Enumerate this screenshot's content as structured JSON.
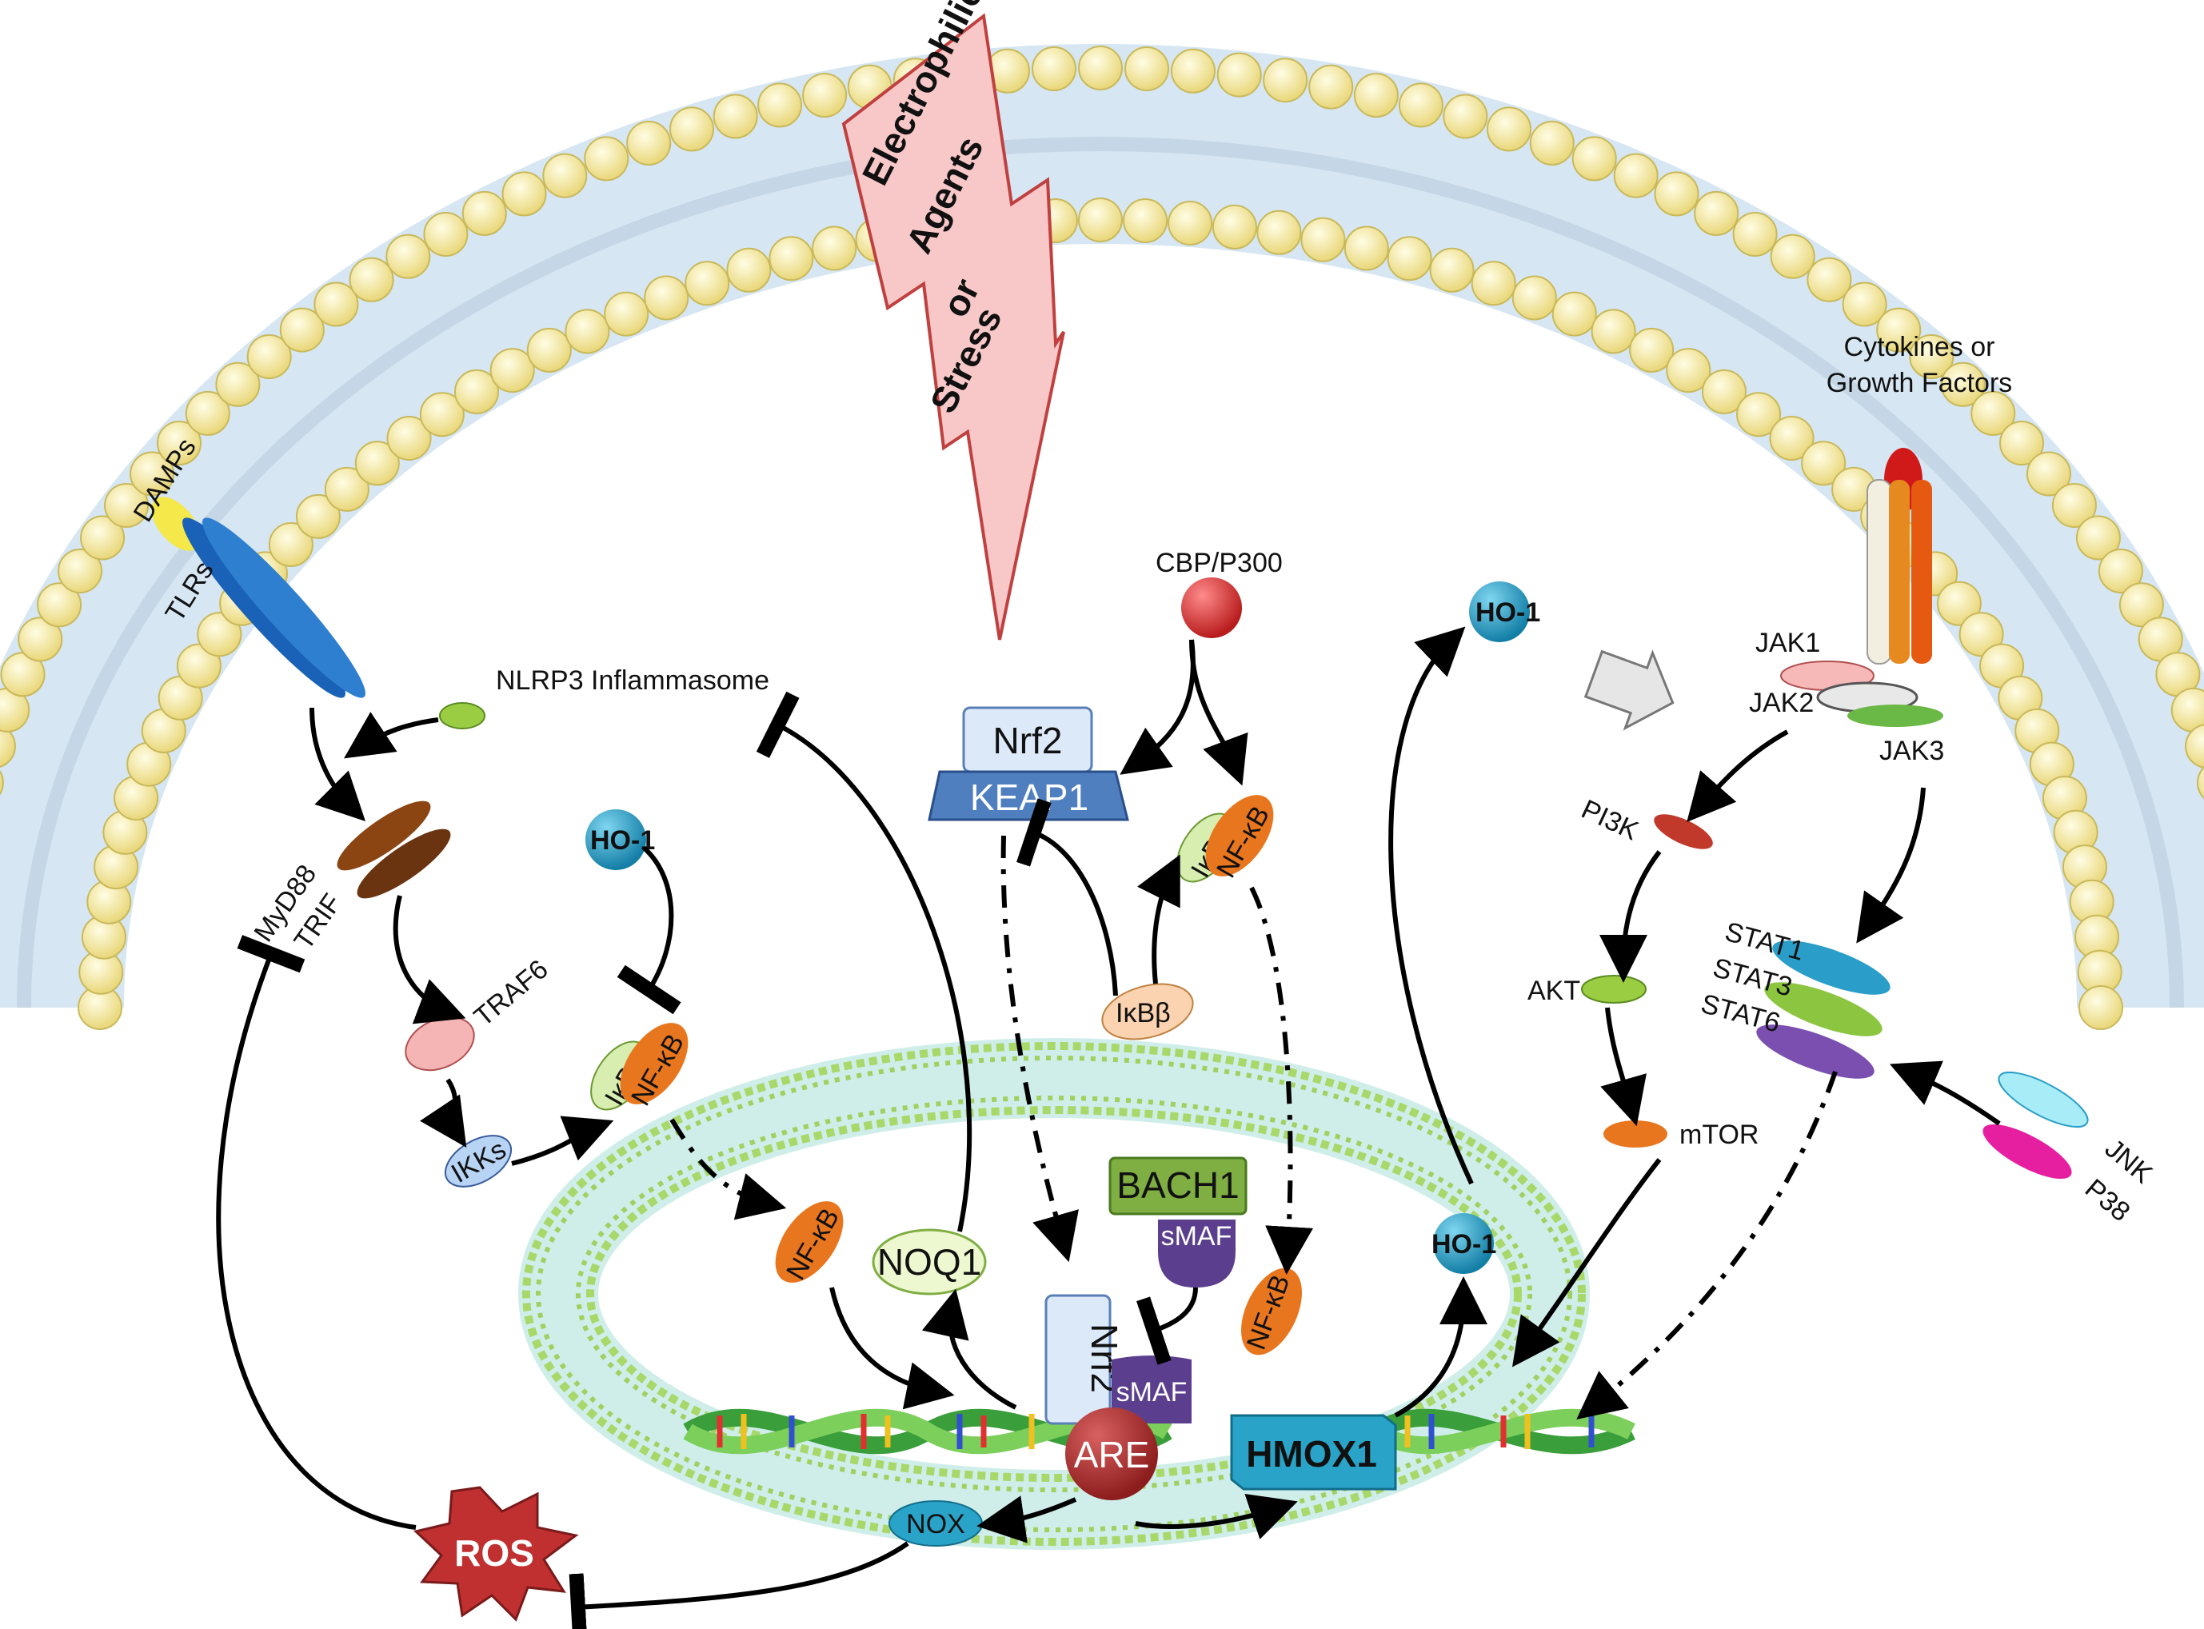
{
  "stimulus": {
    "lines": [
      "Electrophilic",
      "Agents",
      "or",
      "Stress"
    ]
  },
  "receptors": {
    "damps": "DAMPs",
    "tlrs": "TLRs",
    "myd88": "MyD88",
    "trif": "TRIF",
    "traf6": "TRAF6",
    "ikks": "IKKs",
    "nlrp3": "NLRP3 Inflammasome",
    "cytokines_line1": "Cytokines or",
    "cytokines_line2": "Growth Factors",
    "jak1": "JAK1",
    "jak2": "JAK2",
    "jak3": "JAK3",
    "pi3k": "PI3K",
    "akt": "AKT",
    "mtor": "mTOR",
    "stat1": "STAT1",
    "stat3": "STAT3",
    "stat6": "STAT6",
    "jnk": "JNK",
    "p38": "P38"
  },
  "cytoplasm": {
    "cbp": "CBP/P300",
    "nrf2": "Nrf2",
    "keap1": "KEAP1",
    "ikba": "IκBα",
    "nfkb": "NF-κB",
    "ikbb": "IκBβ",
    "ho1": "HO-1"
  },
  "nucleus": {
    "nfkb": "NF-κB",
    "noq1": "NOQ1",
    "bach1": "BACH1",
    "smaf": "sMAF",
    "nrf2": "Nrf2",
    "are": "ARE",
    "hmox1": "HMOX1",
    "ho1": "HO-1",
    "nox": "NOX",
    "ros": "ROS"
  },
  "colors": {
    "membrane_head": "#f7eea8",
    "membrane_bg": "#d6e6f2",
    "nuclear_membrane": "#a8d86a",
    "stimulus": "#f7c4c4",
    "keap1": "#4f7fbf",
    "nfkb": "#e8761e",
    "ho1": "#1e9bc4",
    "ros": "#c03030",
    "are": "#b02c2c",
    "hmox1": "#2aa3c8",
    "bach1": "#7fae42",
    "smaf": "#5b3f8e"
  }
}
